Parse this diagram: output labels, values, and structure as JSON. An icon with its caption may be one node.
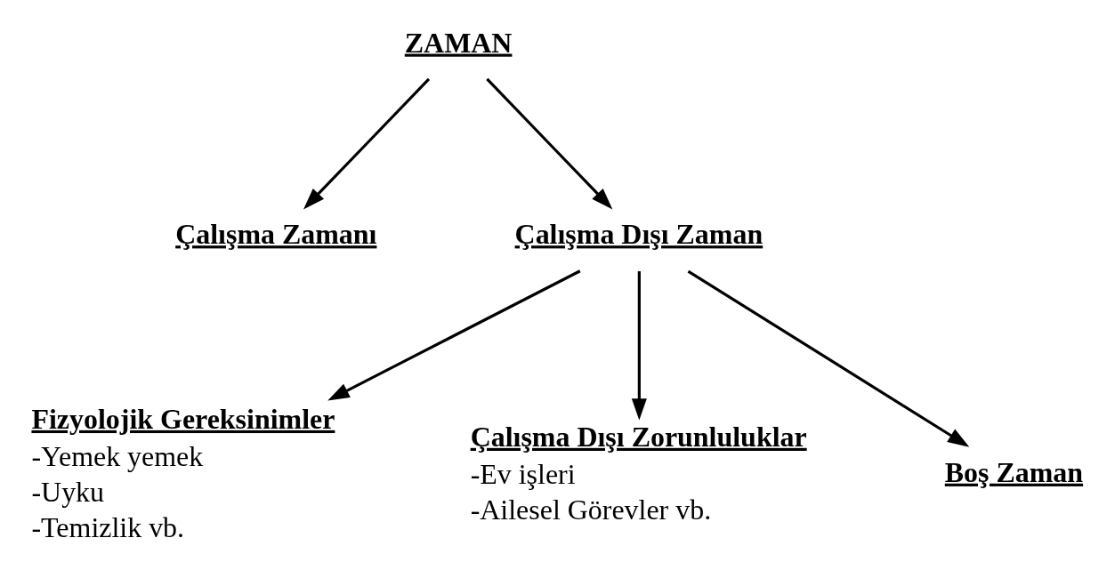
{
  "diagram": {
    "nodes": [
      {
        "text": [
          "ZAMAN"
        ]
      },
      {
        "text": [
          "Çalışma Zamanı"
        ]
      },
      {
        "text": [
          "Çalışma Dışı Zaman"
        ]
      },
      {
        "text": [
          "Fizyolojik Gereksinimler",
          "-Yemek yemek",
          "-Uyku",
          "-Temizlik vb."
        ]
      },
      {
        "text": [
          "Çalışma Dışı Zorunluluklar",
          "-Ev işleri",
          "-Ailesel Görevler vb."
        ]
      },
      {
        "text": [
          "Boş Zaman"
        ]
      }
    ],
    "edges": [
      {
        "from": 0,
        "to": 1,
        "arrow": "to"
      },
      {
        "from": 0,
        "to": 2,
        "arrow": "to"
      },
      {
        "from": 2,
        "to": 3,
        "arrow": "to"
      },
      {
        "from": 2,
        "to": 4,
        "arrow": "to"
      },
      {
        "from": 2,
        "to": 5,
        "arrow": "to"
      }
    ]
  }
}
